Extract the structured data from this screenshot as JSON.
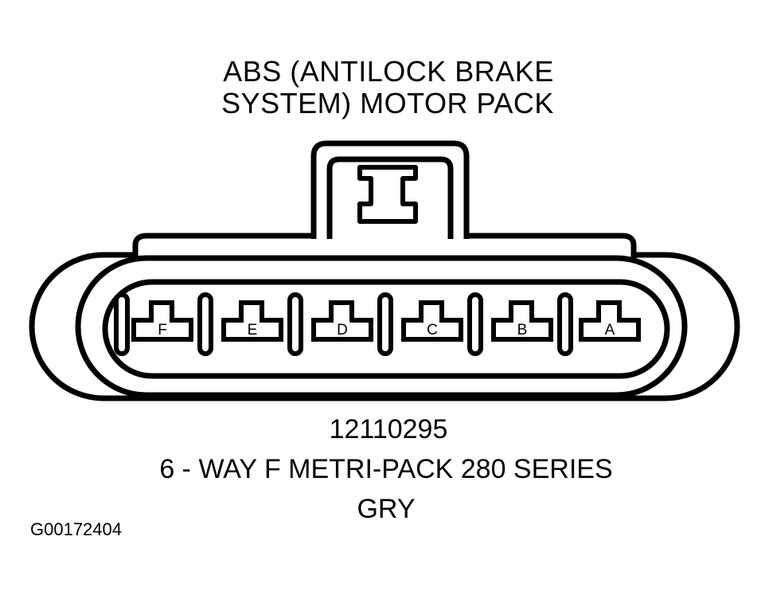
{
  "title": {
    "line1": "ABS (ANTILOCK BRAKE",
    "line2": "SYSTEM) MOTOR PACK"
  },
  "connector": {
    "pins": [
      "F",
      "E",
      "D",
      "C",
      "B",
      "A"
    ]
  },
  "part_number": "12110295",
  "series": "6 - WAY F METRI-PACK 280 SERIES",
  "color": "GRY",
  "figure_id": "G00172404"
}
